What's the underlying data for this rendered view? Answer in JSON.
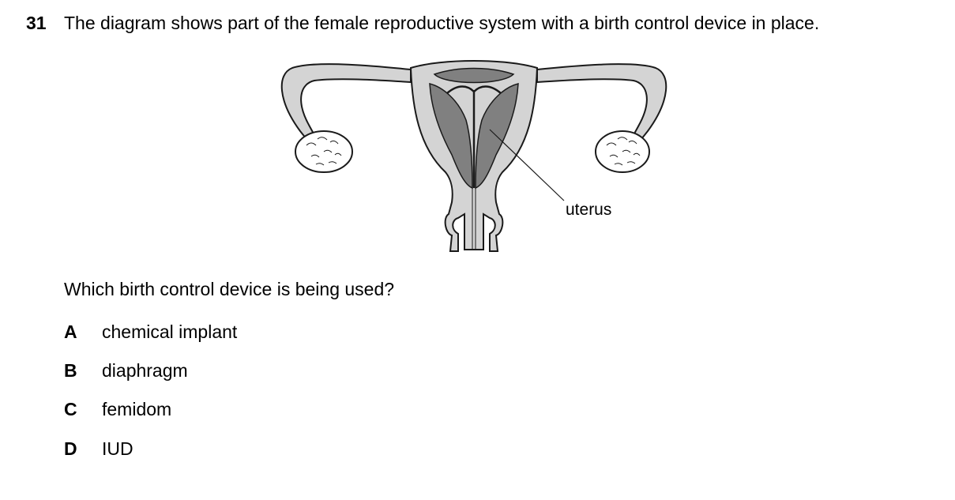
{
  "question": {
    "number": "31",
    "stem": "The diagram shows part of the female reproductive system with a birth control device in place.",
    "prompt": "Which birth control device is being used?"
  },
  "diagram": {
    "label_uterus": "uterus"
  },
  "options": [
    {
      "letter": "A",
      "text": "chemical implant"
    },
    {
      "letter": "B",
      "text": "diaphragm"
    },
    {
      "letter": "C",
      "text": "femidom"
    },
    {
      "letter": "D",
      "text": "IUD"
    }
  ],
  "colors": {
    "text": "#000000",
    "tissue_light": "#d4d4d4",
    "tissue_dark": "#808080",
    "outline": "#1a1a1a"
  }
}
